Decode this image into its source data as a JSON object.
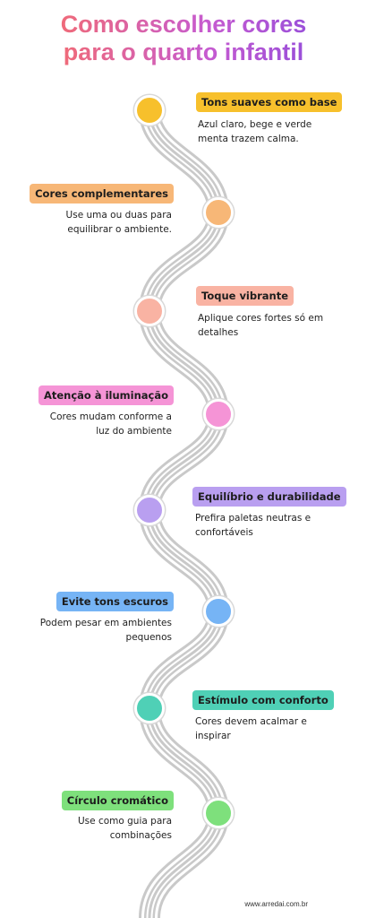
{
  "header": {
    "title_line1": "Como escolher cores",
    "title_line2": "para o quarto infantil"
  },
  "steps": [
    {
      "title": "Tons suaves como base",
      "description": "Azul claro, bege e verde menta trazem calma.",
      "color": "#f7c02c"
    },
    {
      "title": "Cores complementares",
      "description": "Use uma ou duas para equilibrar o ambiente.",
      "color": "#f7b777"
    },
    {
      "title": "Toque vibrante",
      "description": "Aplique cores fortes só em detalhes",
      "color": "#f9b3a3"
    },
    {
      "title": "Atenção à iluminação",
      "description": "Cores mudam conforme a luz do ambiente",
      "color": "#f594d6"
    },
    {
      "title": "Equilíbrio e durabilidade",
      "description": "Prefira paletas neutras e confortáveis",
      "color": "#b99ff0"
    },
    {
      "title": "Evite tons escuros",
      "description": "Podem pesar em ambientes pequenos",
      "color": "#76b4f5"
    },
    {
      "title": "Estímulo com conforto",
      "description": "Cores devem acalmar e inspirar",
      "color": "#4fd0b6"
    },
    {
      "title": "Círculo cromático",
      "description": "Use como guia para combinações",
      "color": "#7ee07c"
    }
  ],
  "footer": {
    "website": "www.arredai.com.br"
  }
}
